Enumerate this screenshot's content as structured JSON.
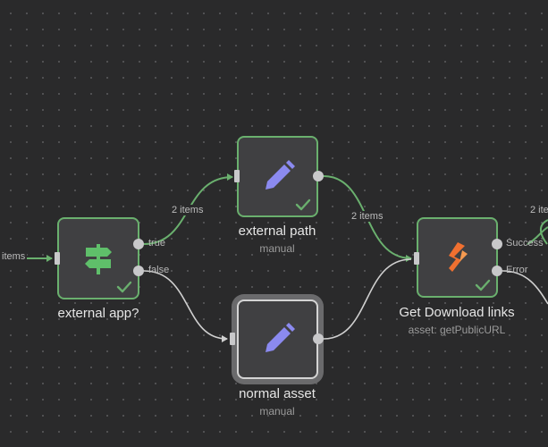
{
  "canvas": {
    "background": "#2a2a2b",
    "grid_dot_color": "#5a5a5c",
    "success_color": "#6ab06e",
    "wire_color": "#d0d0d0"
  },
  "nodes": {
    "external_app": {
      "title": "external app?",
      "icon": "signpost-icon",
      "icon_color": "#5fbf6a",
      "status": "success-check-icon",
      "outputs": {
        "true_label": "true",
        "false_label": "false"
      }
    },
    "external_path": {
      "title": "external path",
      "subtitle": "manual",
      "icon": "pencil-icon",
      "icon_color": "#8b8af0",
      "status": "success-check-icon"
    },
    "normal_asset": {
      "title": "normal asset",
      "subtitle": "manual",
      "icon": "pencil-icon",
      "icon_color": "#8b8af0",
      "selected": true
    },
    "get_download_links": {
      "title": "Get Download links",
      "subtitle": "asset: getPublicURL",
      "icon": "stack-logo-icon",
      "icon_color": "#f07030",
      "status": "success-check-icon",
      "outputs": {
        "success_label": "Success",
        "error_label": "Error"
      }
    }
  },
  "edges": {
    "incoming_items": "items",
    "true_to_external_path": "2 items",
    "external_path_to_links": "2 items",
    "success_out": "2 ite"
  }
}
